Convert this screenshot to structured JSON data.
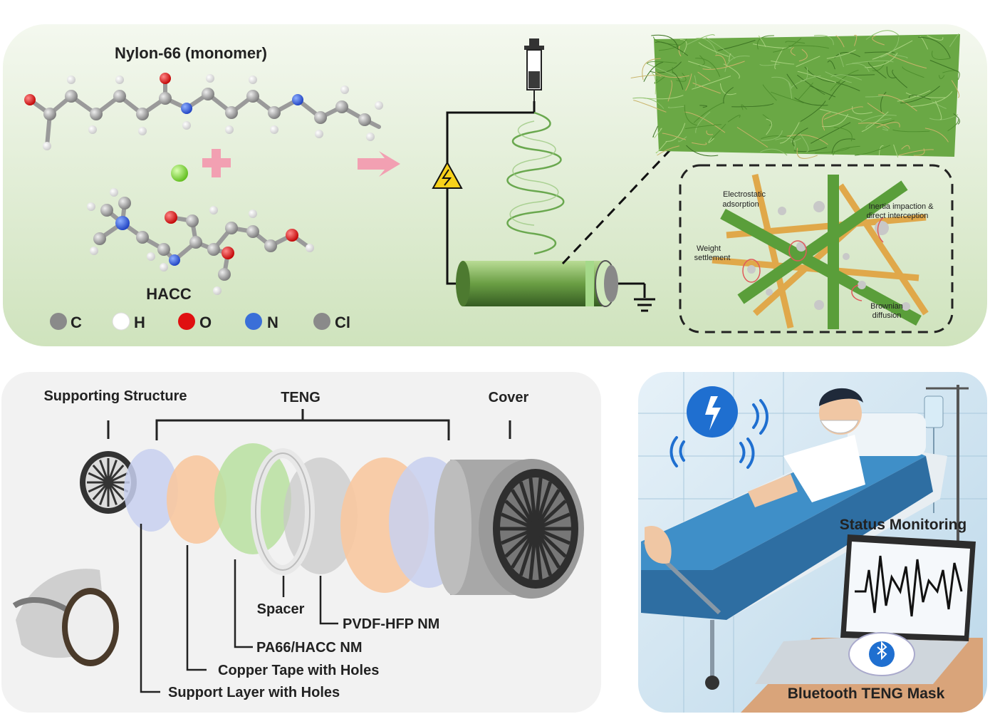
{
  "panel_top": {
    "nylon_title": "Nylon-66 (monomer)",
    "hacc_title": "HACC",
    "legend": [
      {
        "symbol": "C",
        "color": "#8a8a8a"
      },
      {
        "symbol": "H",
        "color": "#ffffff"
      },
      {
        "symbol": "O",
        "color": "#e01010"
      },
      {
        "symbol": "N",
        "color": "#3a6fd8"
      },
      {
        "symbol": "Cl",
        "color": "#8a8a8a"
      }
    ],
    "mechanisms": {
      "electrostatic_1": "Electrostatic",
      "electrostatic_2": "adsorption",
      "inertia_1": "Inertia impaction &",
      "inertia_2": "direct interception",
      "weight_1": "Weight",
      "weight_2": "settlement",
      "brownian_1": "Brownian",
      "brownian_2": "diffusion"
    }
  },
  "panel_bottom_left": {
    "supporting_structure": "Supporting Structure",
    "teng": "TENG",
    "cover": "Cover",
    "spacer": "Spacer",
    "pvdf": "PVDF-HFP NM",
    "pa66": "PA66/HACC NM",
    "copper": "Copper Tape with Holes",
    "support_layer": "Support Layer with Holes"
  },
  "panel_bottom_right": {
    "status_monitoring": "Status Monitoring",
    "mask_label": "Bluetooth TENG Mask"
  },
  "colors": {
    "top_panel": "#dbe9cf",
    "fiber_green": "#5a9e3a",
    "fiber_tan": "#e0a84a",
    "layer_blue": "#c8d0f0",
    "layer_orange": "#f8c8a0",
    "layer_green": "#b8e0a0",
    "bed_blue": "#3f8fc8",
    "arrow_pink": "#f0a0b0"
  }
}
